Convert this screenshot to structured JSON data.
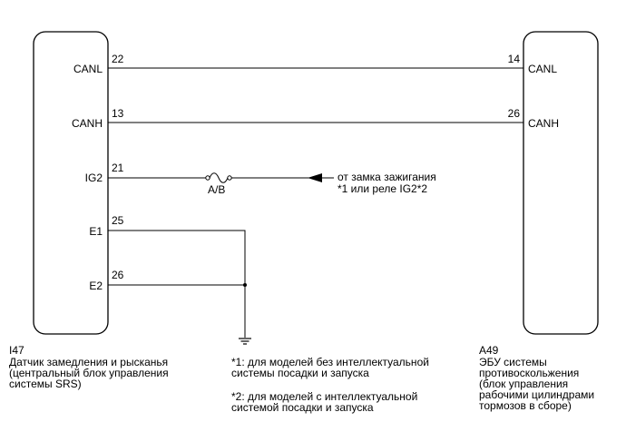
{
  "left_ecu": {
    "id": "I47",
    "name": "Датчик замедления и рысканья\n(центральный блок управления\nсистемы SRS)",
    "pins": [
      {
        "signal": "CANL",
        "number": "22"
      },
      {
        "signal": "CANH",
        "number": "13"
      },
      {
        "signal": "IG2",
        "number": "21"
      },
      {
        "signal": "E1",
        "number": "25"
      },
      {
        "signal": "E2",
        "number": "26"
      }
    ]
  },
  "right_ecu": {
    "id": "A49",
    "name": "ЭБУ системы\nпротивоскольжения\n(блок управления\nрабочими цилиндрами\nтормозов в сборе)",
    "pins": [
      {
        "signal": "CANL",
        "number": "14"
      },
      {
        "signal": "CANH",
        "number": "26"
      }
    ]
  },
  "fuse_label": "A/B",
  "source_note": "от замка зажигания\n*1 или реле IG2*2",
  "footnotes": [
    "*1: для моделей без интеллектуальной\nсистемы посадки и запуска",
    "*2: для моделей с интеллектуальной\nсистемой посадки и запуска"
  ]
}
